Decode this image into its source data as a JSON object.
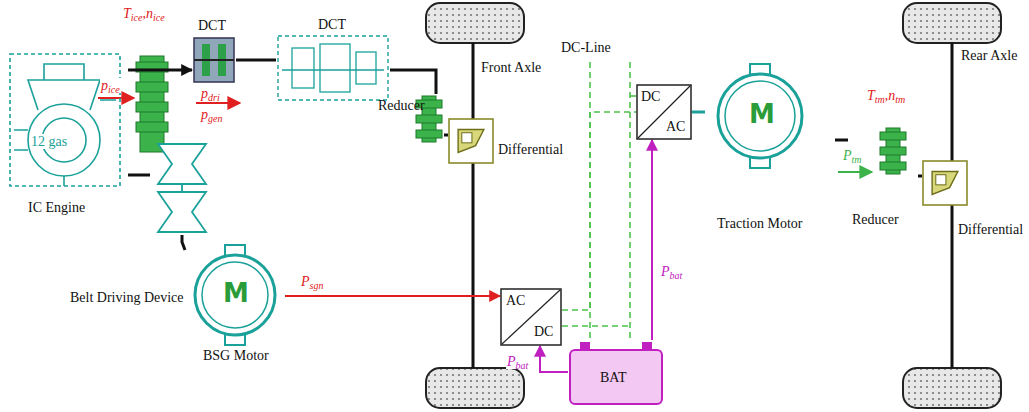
{
  "diagram": {
    "nodes": [
      {
        "text": [
          "IC Engine"
        ]
      },
      {
        "text": [
          "DCT"
        ]
      },
      {
        "text": [
          "DCT"
        ]
      },
      {
        "text": [
          "Reducer"
        ]
      },
      {
        "text": [
          "Differential"
        ]
      },
      {
        "text": [
          "Belt Driving Device"
        ]
      },
      {
        "text": [
          "M",
          "BSG Motor"
        ]
      },
      {
        "text": [
          "AC",
          "DC"
        ]
      },
      {
        "text": [
          "DC",
          "AC"
        ]
      },
      {
        "text": [
          "BAT"
        ]
      },
      {
        "text": [
          "M",
          "Traction Motor"
        ]
      },
      {
        "text": [
          "Reducer"
        ]
      },
      {
        "text": [
          "Differential"
        ]
      }
    ],
    "edges": [
      {
        "from": 0,
        "to": 1,
        "arrow": "to"
      },
      {
        "from": 1,
        "to": 2,
        "arrow": "none"
      },
      {
        "from": 2,
        "to": 3,
        "arrow": "none"
      },
      {
        "from": 3,
        "to": 4,
        "arrow": "none"
      },
      {
        "from": 0,
        "to": 5,
        "arrow": "none"
      },
      {
        "from": 5,
        "to": 6,
        "arrow": "none"
      },
      {
        "from": 6,
        "to": 7,
        "arrow": "to"
      },
      {
        "from": 9,
        "to": 7,
        "arrow": "to"
      },
      {
        "from": 7,
        "to": 8,
        "arrow": "none"
      },
      {
        "from": 9,
        "to": 8,
        "arrow": "to"
      },
      {
        "from": 8,
        "to": 10,
        "arrow": "none"
      },
      {
        "from": 10,
        "to": 11,
        "arrow": "none"
      },
      {
        "from": 11,
        "to": 12,
        "arrow": "none"
      }
    ],
    "labels": [
      "T",
      "ice",
      ",",
      "n",
      "ice",
      "p",
      "ice",
      "p",
      "dri",
      "p",
      "gen",
      "12 gas",
      "Front Axle",
      "DC-Line",
      "P",
      "sgn",
      "P",
      "bat",
      "P",
      "bat",
      "T",
      "tm",
      ",",
      "n",
      "tm",
      "P",
      "tm",
      "Rear Axle"
    ]
  }
}
